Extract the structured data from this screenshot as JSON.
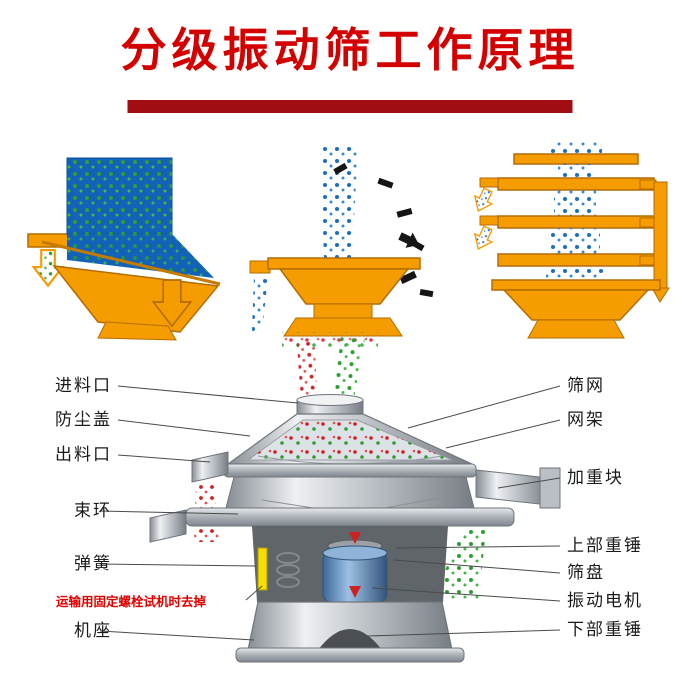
{
  "title": "分级振动筛工作原理",
  "left_labels": [
    "进料口",
    "防尘盖",
    "出料口",
    "束环",
    "弹簧",
    "机座"
  ],
  "note": "运输用固定螺栓试机时去掉",
  "right_labels": [
    "筛网",
    "网架",
    "加重块",
    "上部重锤",
    "筛盘",
    "振动电机",
    "下部重锤"
  ],
  "colors": {
    "title_red": "#d40000",
    "underline_dark_red": "#a00d12",
    "machine_orange": "#f59c00",
    "particle_blue": "#1a6fc4",
    "particle_green": "#2e9e30",
    "particle_red": "#cc2222",
    "motor_blue": "#5b8fc9",
    "note_red": "#e00000",
    "metal_gray": "#c2c7cc"
  }
}
